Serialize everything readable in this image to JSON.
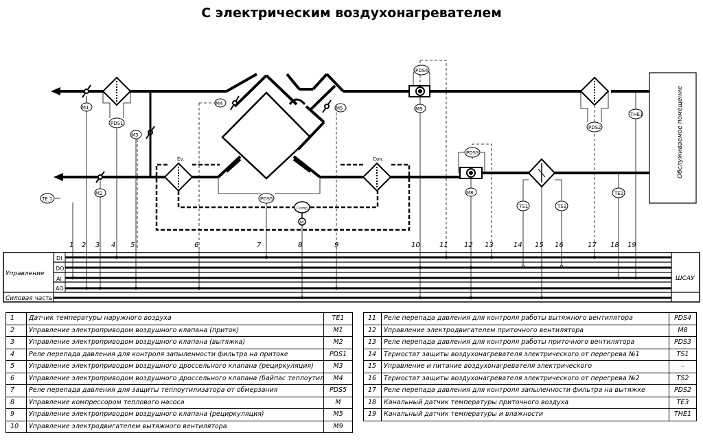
{
  "title": "С электрическим воздухонагревателем",
  "room_label": "Обслуживаемое помещение",
  "controller_label": "ШСАУ",
  "signal_rows": {
    "control": "Управление",
    "power": "Силовая часть",
    "di": "DI",
    "do": "DO",
    "ai": "AI",
    "ao": "AO"
  },
  "components": {
    "m1": "M1",
    "m2": "M2",
    "m3": "M3",
    "m4": "M4",
    "m5": "M5",
    "m8": "M8",
    "m9": "M9",
    "m": "M",
    "pds1": "PDS1",
    "pds2": "PDS2",
    "pds3": "PDS3",
    "pds4": "PDS4",
    "pds5": "PDS5",
    "te1": "TE 1",
    "te3": "TE3",
    "the1": "THE1",
    "ts1": "TS1",
    "ts2": "TS2",
    "ev": "Ev.",
    "con": "Con.",
    "comp": "Comp"
  },
  "column_numbers": [
    "1",
    "2",
    "3",
    "4",
    "5",
    "6",
    "7",
    "8",
    "9",
    "10",
    "11",
    "12",
    "13",
    "14",
    "15",
    "16",
    "17",
    "18",
    "19"
  ],
  "legend_left": [
    {
      "n": "1",
      "text": "Датчик температуры наружного воздуха",
      "code": "TE1"
    },
    {
      "n": "2",
      "text": "Управление электроприводом воздушного клапана (приток)",
      "code": "M1"
    },
    {
      "n": "3",
      "text": "Управление электроприводом воздушного клапана (вытяжка)",
      "code": "M2"
    },
    {
      "n": "4",
      "text": "Реле перепада давления для контроля запыленности фильтра на притоке",
      "code": "PDS1"
    },
    {
      "n": "5",
      "text": "Управление электроприводом воздушного дроссельного клапана (рециркуляция)",
      "code": "M3"
    },
    {
      "n": "6",
      "text": "Управление электроприводом воздушного дроссельного клапана (байпас теплоутилизатора)",
      "code": "M4"
    },
    {
      "n": "7",
      "text": "Реле перепада давления для защиты теплоутилизатора от обмерзания",
      "code": "PDS5"
    },
    {
      "n": "8",
      "text": "Управление компрессором теплового насоса",
      "code": "M"
    },
    {
      "n": "9",
      "text": "Управление электроприводом воздушного клапана (рециркуляция)",
      "code": "M5"
    },
    {
      "n": "10",
      "text": "Управление электродвигателем вытяжного вентилятора",
      "code": "M9"
    }
  ],
  "legend_right": [
    {
      "n": "11",
      "text": "Реле перепада давления для контроля работы вытяжного вентилятора",
      "code": "PDS4"
    },
    {
      "n": "12",
      "text": "Управление электродвигателем приточного вентилятора",
      "code": "M8"
    },
    {
      "n": "13",
      "text": "Реле перепада давления для контроля работы приточного вентилятора",
      "code": "PDS3"
    },
    {
      "n": "14",
      "text": "Термостат защиты воздухонагревателя электрического от перегрева №1",
      "code": "TS1"
    },
    {
      "n": "15",
      "text": "Управление и питание воздухонагревателя электрического",
      "code": "–"
    },
    {
      "n": "16",
      "text": "Термостат защиты воздухонагревателя электрического от перегрева №2",
      "code": "TS2"
    },
    {
      "n": "17",
      "text": "Реле перепада давления для контроля запыленности фильтра на вытяжке",
      "code": "PDS2"
    },
    {
      "n": "18",
      "text": "Канальный датчик температуры приточного воздуха",
      "code": "TE3"
    },
    {
      "n": "19",
      "text": "Канальный датчик температуры и влажности",
      "code": "THE1"
    }
  ]
}
